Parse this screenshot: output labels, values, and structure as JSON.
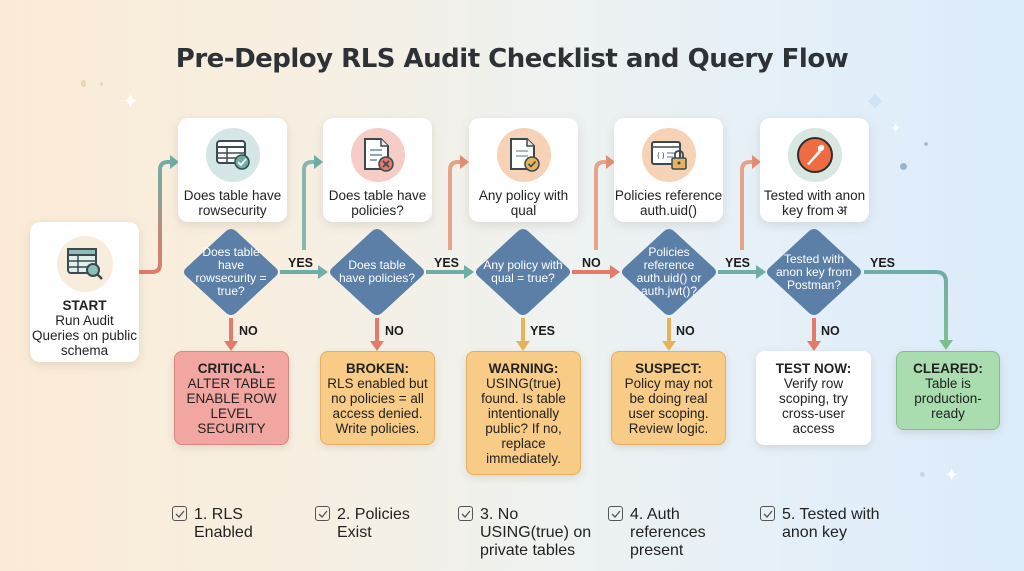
{
  "title": "Pre-Deploy RLS Audit Checklist and Query Flow",
  "start": {
    "icon": "table-search-icon",
    "label": "START",
    "text": "Run Audit Queries on public schema"
  },
  "steps": [
    {
      "icon": "table-check-icon",
      "label": "Does table have rowsecurity",
      "color": "#d4e7e6"
    },
    {
      "icon": "document-x-icon",
      "label": "Does table have policies?",
      "color": "#f5cdc6"
    },
    {
      "icon": "document-check-icon",
      "label": "Any policy with qual",
      "color": "#f6d3b6"
    },
    {
      "icon": "code-lock-icon",
      "label": "Policies reference auth.uid()",
      "color": "#f6d3b6"
    },
    {
      "icon": "postman-icon",
      "label": "Tested with anon key from अ",
      "color": "#d9e7e3"
    }
  ],
  "decisions": [
    {
      "text": "Does table have rowsecurity = true?",
      "right_label": "YES",
      "down_label": "NO"
    },
    {
      "text": "Does table have policies?",
      "right_label": "YES",
      "down_label": "NO"
    },
    {
      "text": "Any policy with qual = true?",
      "right_label": "NO",
      "down_label": "YES"
    },
    {
      "text": "Policies reference auth.uid() or auth.jwt()?",
      "right_label": "YES",
      "down_label": "NO"
    },
    {
      "text": "Tested with anon key from Postman?",
      "right_label": "YES",
      "down_label": "NO"
    }
  ],
  "results": [
    {
      "title": "CRITICAL:",
      "text": "ALTER TABLE ENABLE ROW LEVEL SECURITY",
      "status": "critical"
    },
    {
      "title": "BROKEN:",
      "text": "RLS enabled but no policies = all access denied. Write policies.",
      "status": "broken"
    },
    {
      "title": "WARNING:",
      "text": "USING(true) found. Is table intentionally public? If no, replace immediately.",
      "status": "warning"
    },
    {
      "title": "SUSPECT:",
      "text": "Policy may not be doing real user scoping. Review logic.",
      "status": "suspect"
    },
    {
      "title": "TEST NOW:",
      "text": "Verify row scoping, try cross-user access",
      "status": "test"
    },
    {
      "title": "CLEARED:",
      "text": "Table is production-ready",
      "status": "cleared"
    }
  ],
  "checklist": [
    {
      "label": "1. RLS Enabled",
      "checked": true
    },
    {
      "label": "2. Policies Exist",
      "checked": true
    },
    {
      "label": "3. No USING(true) on private tables",
      "checked": true
    },
    {
      "label": "4. Auth references present",
      "checked": true
    },
    {
      "label": "5. Tested with anon key",
      "checked": true
    }
  ],
  "colors": {
    "diamond": "#5b7fa6",
    "teal_arrow": "#6fada5",
    "red_arrow": "#e27b69",
    "orange_arrow": "#e8b25b",
    "green_arrow": "#7fbf8e",
    "critical": "#f2a6a2",
    "warning": "#f8cb86",
    "cleared": "#a9dcae"
  }
}
